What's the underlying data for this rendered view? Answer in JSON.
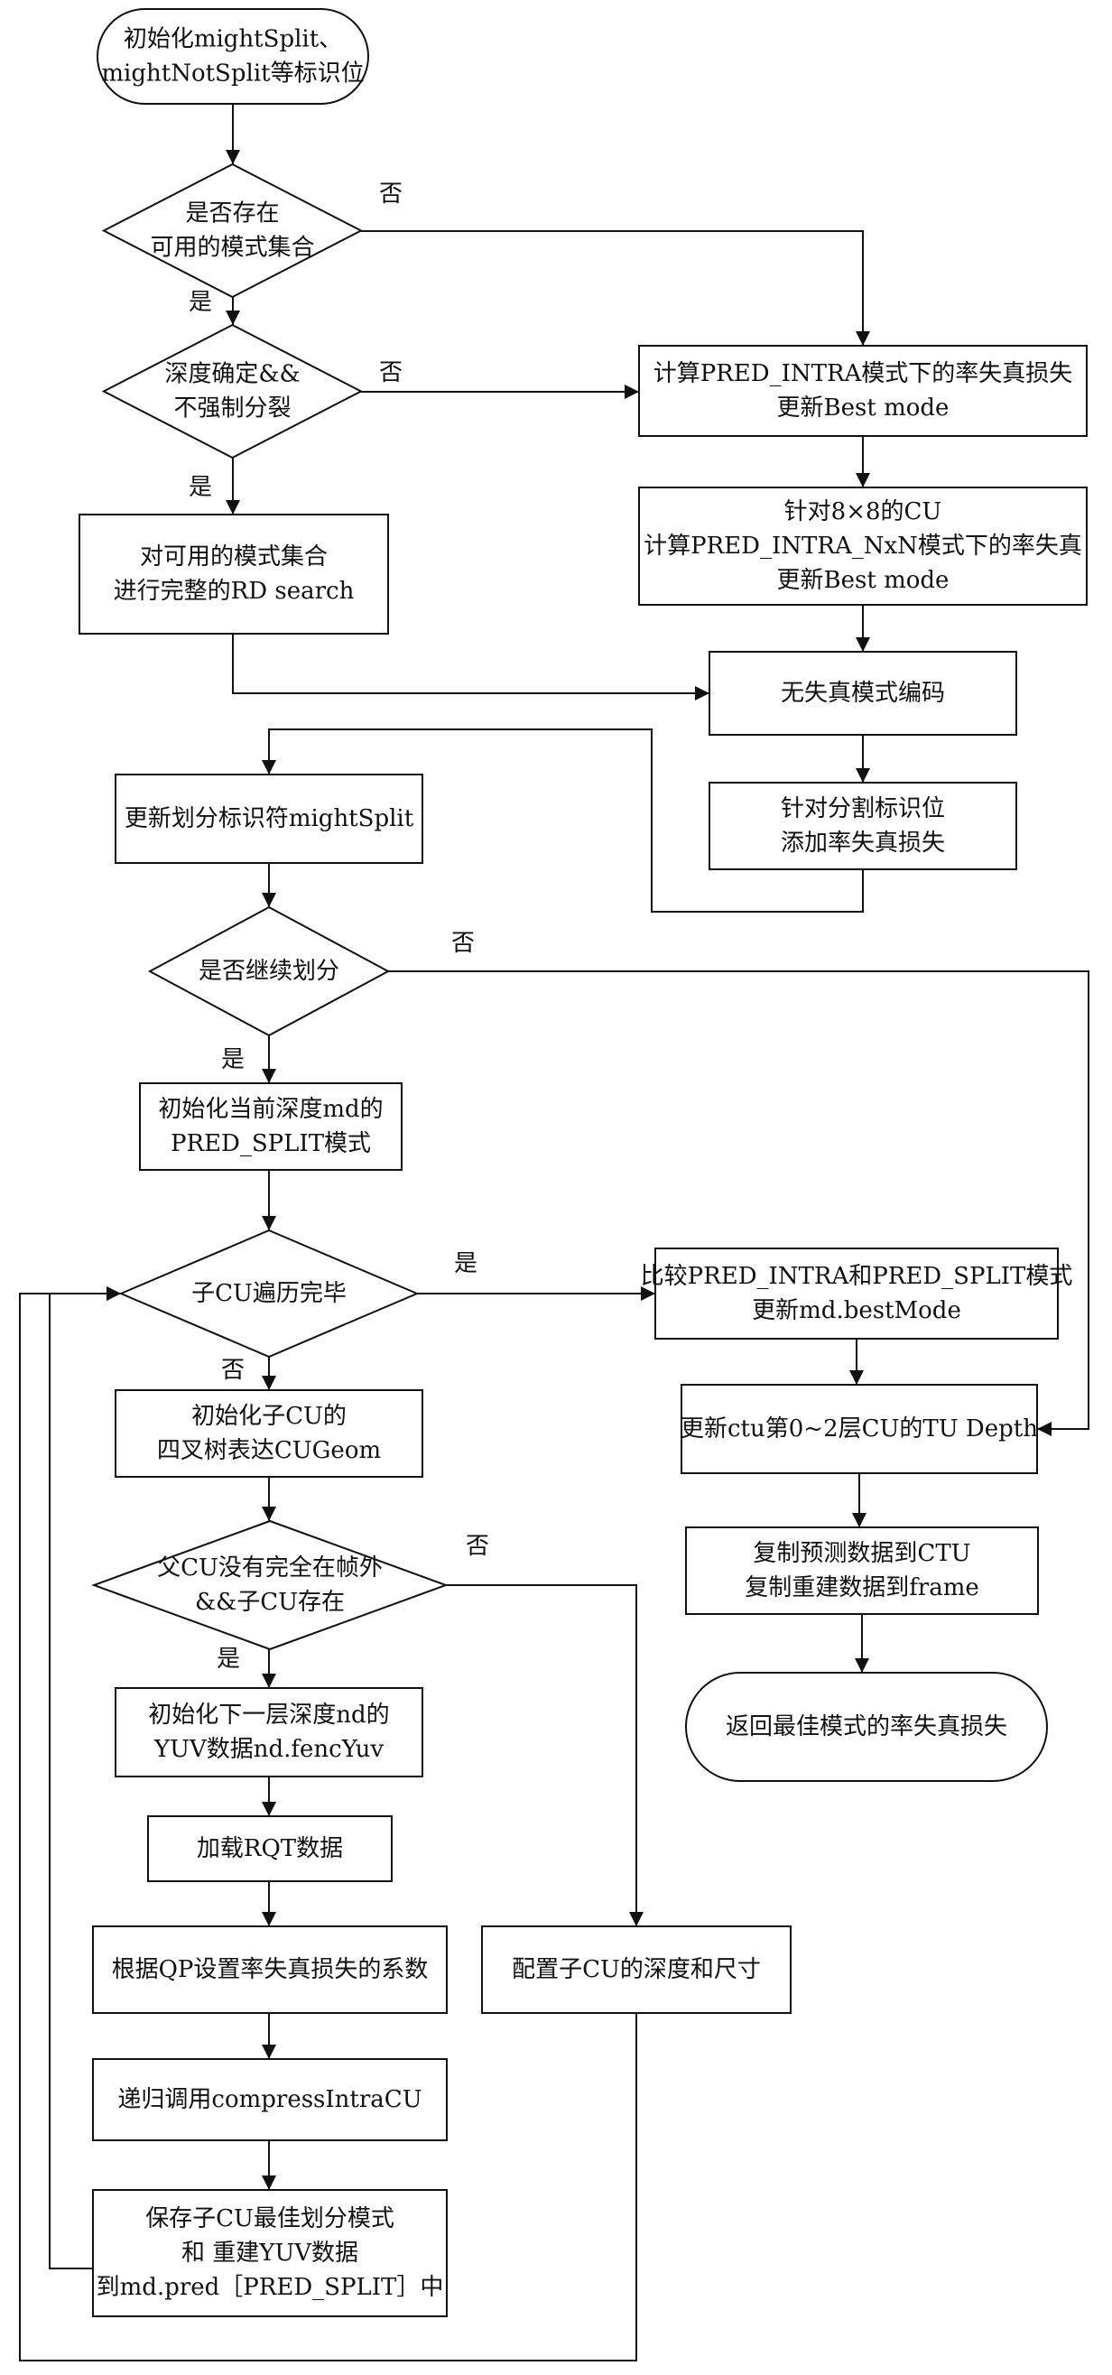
{
  "nodes": {
    "start": [
      "初始化mightSplit、",
      "mightNotSplit等标识位"
    ],
    "d1": [
      "是否存在",
      "可用的模式集合"
    ],
    "d2": [
      "深度确定&&",
      "不强制分裂"
    ],
    "n_rd": [
      "对可用的模式集合",
      "进行完整的RD search"
    ],
    "n_intra": [
      "计算PRED_INTRA模式下的率失真损失",
      "更新Best mode"
    ],
    "n_nxn": [
      "针对8×8的CU",
      "计算PRED_INTRA_NxN模式下的率失真",
      "更新Best mode"
    ],
    "n_lossless": [
      "无失真模式编码"
    ],
    "n_splitcost": [
      "针对分割标识位",
      "添加率失真损失"
    ],
    "n_update": [
      "更新划分标识符mightSplit"
    ],
    "d3": [
      "是否继续划分"
    ],
    "n_initsplit": [
      "初始化当前深度md的",
      "PRED_SPLIT模式"
    ],
    "d4": [
      "子CU遍历完毕"
    ],
    "n_compare": [
      "比较PRED_INTRA和PRED_SPLIT模式",
      "更新md.bestMode"
    ],
    "n_initgeom": [
      "初始化子CU的",
      "四叉树表达CUGeom"
    ],
    "n_tudepth": [
      "更新ctu第0~2层CU的TU Depth"
    ],
    "d5": [
      "父CU没有完全在帧外",
      "&&子CU存在"
    ],
    "n_copy": [
      "复制预测数据到CTU",
      "复制重建数据到frame"
    ],
    "n_inityuv": [
      "初始化下一层深度nd的",
      "YUV数据nd.fencYuv"
    ],
    "end": [
      "返回最佳模式的率失真损失"
    ],
    "n_rqt": [
      "加载RQT数据"
    ],
    "n_qp": [
      "根据QP设置率失真损失的系数"
    ],
    "n_config": [
      "配置子CU的深度和尺寸"
    ],
    "n_recurse": [
      "递归调用compressIntraCU"
    ],
    "n_save": [
      "保存子CU最佳划分模式",
      "和 重建YUV数据",
      "到md.pred［PRED_SPLIT］中"
    ]
  },
  "edge_labels": {
    "d1_no": "否",
    "d1_yes": "是",
    "d2_no": "否",
    "d2_yes": "是",
    "d3_no": "否",
    "d3_yes": "是",
    "d4_yes": "是",
    "d4_no": "否",
    "d5_no": "否",
    "d5_yes": "是"
  }
}
